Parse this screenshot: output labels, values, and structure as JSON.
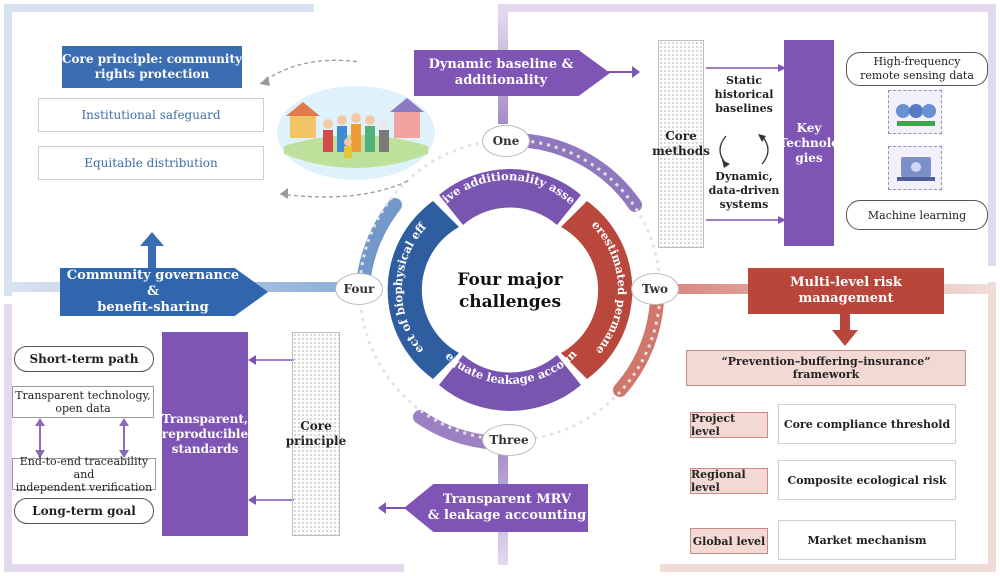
{
  "center": {
    "title_line1": "Four major",
    "title_line2": "challenges",
    "seg_top": "Subjective additionality assessment",
    "seg_right": "Overestimated permanence",
    "seg_bottom": "Inadequate leakage accounting",
    "seg_left": "Neglect of biophysical effects"
  },
  "badges": {
    "one": "One",
    "two": "Two",
    "three": "Three",
    "four": "Four"
  },
  "topleft": {
    "principle_line1": "Core principle: community",
    "principle_line2": "rights protection",
    "item1": "Institutional safeguard",
    "item2": "Equitable distribution",
    "banner_line1": "Community governance &",
    "banner_line2": "benefit-sharing"
  },
  "topright": {
    "banner_line1": "Dynamic baseline &",
    "banner_line2": "additionality",
    "core_line1": "Core",
    "core_line2": "methods",
    "static_line1": "Static",
    "static_line2": "historical",
    "static_line3": "baselines",
    "dynamic_line1": "Dynamic,",
    "dynamic_line2": "data-driven",
    "dynamic_line3": "systems",
    "key_line1": "Key",
    "key_line2": "Technolo",
    "key_line3": "gies",
    "remote_line1": "High-frequency",
    "remote_line2": "remote sensing data",
    "ml": "Machine learning"
  },
  "bottomleft": {
    "short_term": "Short-term path",
    "tech_line1": "Transparent technology,",
    "tech_line2": "open data",
    "trace_line1": "End-to-end traceability and",
    "trace_line2": "independent verification",
    "long_term": "Long-term goal",
    "standards_line1": "Transparent,",
    "standards_line2": "reproducible",
    "standards_line3": "standards",
    "core_line1": "Core",
    "core_line2": "principle",
    "banner_line1": "Transparent MRV",
    "banner_line2": "& leakage accounting"
  },
  "bottomright": {
    "banner_line1": "Multi-level risk",
    "banner_line2": "management",
    "framework": "“Prevention–buffering–insurance” framework",
    "levels": [
      {
        "level": "Project level",
        "desc": "Core compliance threshold"
      },
      {
        "level": "Regional level",
        "desc": "Composite ecological risk"
      },
      {
        "level": "Global level",
        "desc": "Market mechanism"
      }
    ]
  }
}
